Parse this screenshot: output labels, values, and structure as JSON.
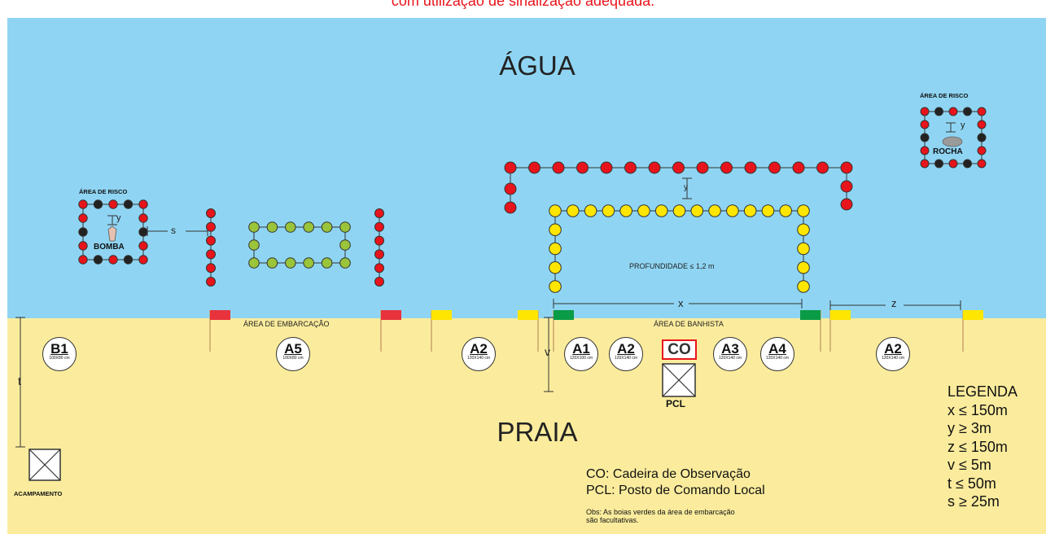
{
  "header": {
    "note": "com utilização de sinalização adequada."
  },
  "zones": {
    "water": "ÁGUA",
    "beach": "PRAIA"
  },
  "areas": {
    "risk_left": {
      "title": "ÁREA DE RISCO",
      "item": "BOMBA",
      "dim": "y"
    },
    "risk_right": {
      "title": "ÁREA DE RISCO",
      "item": "ROCHA",
      "dim": "y"
    },
    "boat_area": "ÁREA DE EMBARCAÇÃO",
    "bather_area": "ÁREA DE BANHISTA",
    "depth": "PROFUNDIDADE ≤ 1,2 m"
  },
  "dims": {
    "s": "s",
    "x": "x",
    "y": "y",
    "z": "z",
    "v": "v",
    "t": "t"
  },
  "signs": [
    {
      "code": "B1",
      "size": "100X80 cm"
    },
    {
      "code": "A5",
      "size": "100X80 cm"
    },
    {
      "code": "A2",
      "size": "120X140 cm"
    },
    {
      "code": "A1",
      "size": "120X100 cm"
    },
    {
      "code": "A2",
      "size": "120X140 cm"
    },
    {
      "code": "A3",
      "size": "120X140 cm"
    },
    {
      "code": "A4",
      "size": "120X140 cm"
    },
    {
      "code": "A2",
      "size": "120X140 cm"
    }
  ],
  "posts": {
    "co": "CO",
    "pcl": "PCL",
    "camp": "ACAMPAMENTO"
  },
  "legend": {
    "title": "LEGENDA",
    "items": [
      "x ≤ 150m",
      "y ≥  3m",
      "z ≤ 150m",
      "v ≤ 5m",
      "t  ≤ 50m",
      "s ≥ 25m"
    ]
  },
  "notes": {
    "co": "CO:  Cadeira de Observação",
    "pcl": "PCL: Posto de Comando Local",
    "obs1": "Obs: As boias verdes da área de embarcação",
    "obs2": "são facultativas."
  },
  "colors": {
    "water": "#8fd5f3",
    "sand": "#fbec9d",
    "buoy_red": "#e8141b",
    "buoy_black": "#222222",
    "buoy_yellow": "#ffe600",
    "buoy_green": "#9ac43a",
    "flag_red": "#e8323c",
    "flag_yellow": "#ffe600",
    "flag_green": "#0a9b46"
  }
}
